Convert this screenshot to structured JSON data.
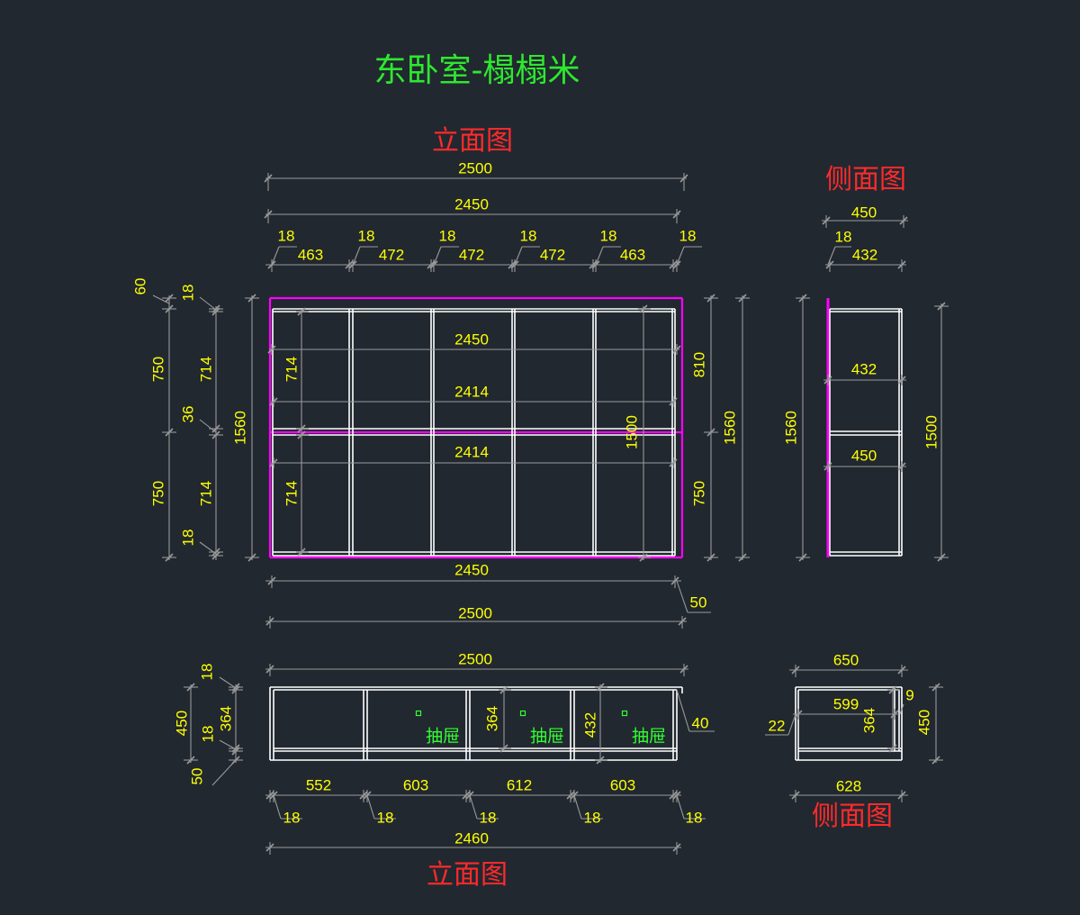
{
  "title": "东卧室-榻榻米",
  "colors": {
    "background": "#212830",
    "cabinet_line": "#ffffff",
    "dimension_line": "#9a9a9a",
    "dimension_text": "#ffff00",
    "outline_magenta": "#ff00ff",
    "title_green": "#2ee82e",
    "view_label_red": "#ff2a2a",
    "drawer_marker_green": "#33ff33"
  },
  "elevation_top": {
    "heading": "立面图",
    "dims": [
      "2500",
      "2450",
      "18",
      "18",
      "18",
      "18",
      "18",
      "18",
      "463",
      "472",
      "472",
      "472",
      "463",
      "60",
      "18",
      "750",
      "714",
      "36",
      "750",
      "714",
      "18",
      "1560",
      "714",
      "714",
      "2450",
      "2414",
      "2414",
      "1500",
      "810",
      "750",
      "1560",
      "2450",
      "50",
      "2500"
    ]
  },
  "side_top": {
    "heading": "侧面图",
    "dims": [
      "450",
      "18",
      "432",
      "1560",
      "1500",
      "432",
      "450"
    ]
  },
  "elevation_bottom": {
    "heading": "立面图",
    "dims": [
      "2500",
      "18",
      "450",
      "364",
      "18",
      "50",
      "364",
      "432",
      "40",
      "552",
      "603",
      "612",
      "603",
      "18",
      "18",
      "18",
      "18",
      "18",
      "2460"
    ],
    "drawer_labels": [
      "抽屉",
      "抽屉",
      "抽屉"
    ]
  },
  "side_bottom": {
    "heading": "侧面图",
    "dims": [
      "650",
      "599",
      "9",
      "22",
      "364",
      "450",
      "628"
    ]
  }
}
